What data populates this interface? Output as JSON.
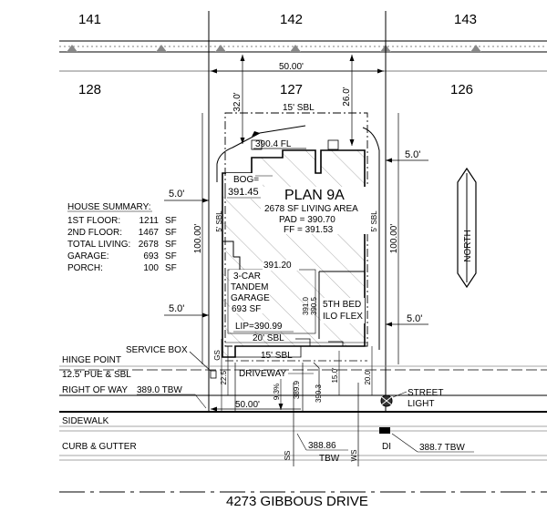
{
  "lots": {
    "top_left": "141",
    "top_center": "142",
    "top_right": "143",
    "mid_left": "128",
    "subject": "127",
    "mid_right": "126"
  },
  "frontage": "50.00'",
  "frontage_bottom": "50.00'",
  "rear_setback_left": "32.0'",
  "rear_setback_right": "26.0'",
  "rear_sbl": "15' SBL",
  "rear_fl": "390.4 FL",
  "side_dim_top": "5.0'",
  "side_dim_left_upper": "5.0'",
  "side_dim_left_lower": "5.0'",
  "side_dim_right_lower": "5.0'",
  "depth_left": "100.00'",
  "depth_right": "100.00'",
  "side_sbl_left": "5' SBL",
  "side_sbl_right": "5' SBL",
  "bog_label": "BOG=",
  "bog_value": "391.45",
  "plan": {
    "name": "PLAN 9A",
    "living_area": "2678 SF LIVING AREA",
    "pad": "PAD = 390.70",
    "ff": "FF = 391.53",
    "garage_grade": "391.20",
    "garage_line1": "3-CAR",
    "garage_line2": "TANDEM",
    "garage_line3": "GARAGE",
    "garage_line4": "693 SF",
    "flex_line1": "5TH BED",
    "flex_line2": "ILO FLEX",
    "lip": "LIP=390.99",
    "spot_1": "391.0",
    "spot_2": "390.5"
  },
  "house_summary": {
    "title": "HOUSE SUMMARY:",
    "rows": [
      {
        "label": "1ST FLOOR:",
        "value": "1211",
        "unit": "SF"
      },
      {
        "label": "2ND FLOOR:",
        "value": "1467",
        "unit": "SF"
      },
      {
        "label": "TOTAL LIVING:",
        "value": "2678",
        "unit": "SF"
      },
      {
        "label": "GARAGE:",
        "value": "693",
        "unit": "SF"
      },
      {
        "label": "PORCH:",
        "value": "100",
        "unit": "SF"
      }
    ]
  },
  "front_sbl_20": "20' SBL",
  "front_sbl_15": "15' SBL",
  "labels": {
    "hinge_point": "HINGE POINT",
    "pue": "12.5' PUE & SBL",
    "right_of_way": "RIGHT OF WAY",
    "sidewalk": "SIDEWALK",
    "curb": "CURB & GUTTER",
    "service_box": "SERVICE BOX",
    "driveway": "DRIVEWAY",
    "street_light_1": "STREET",
    "street_light_2": "LIGHT",
    "gs": "GS",
    "ss": "SS",
    "ws": "WS",
    "di": "DI"
  },
  "dims": {
    "d22_5": "22.5'",
    "d9_3": "9.3%",
    "d389_9": "389.9",
    "d390_3": "390.3",
    "d15_0": "15.0'",
    "d20_0": "20.0'"
  },
  "tbw_left": "389.0 TBW",
  "tbw_ss": "388.86",
  "tbw_ss_unit": "TBW",
  "tbw_right": "388.7 TBW",
  "street_name": "4273 GIBBOUS DRIVE",
  "north_letters": "NORTH"
}
